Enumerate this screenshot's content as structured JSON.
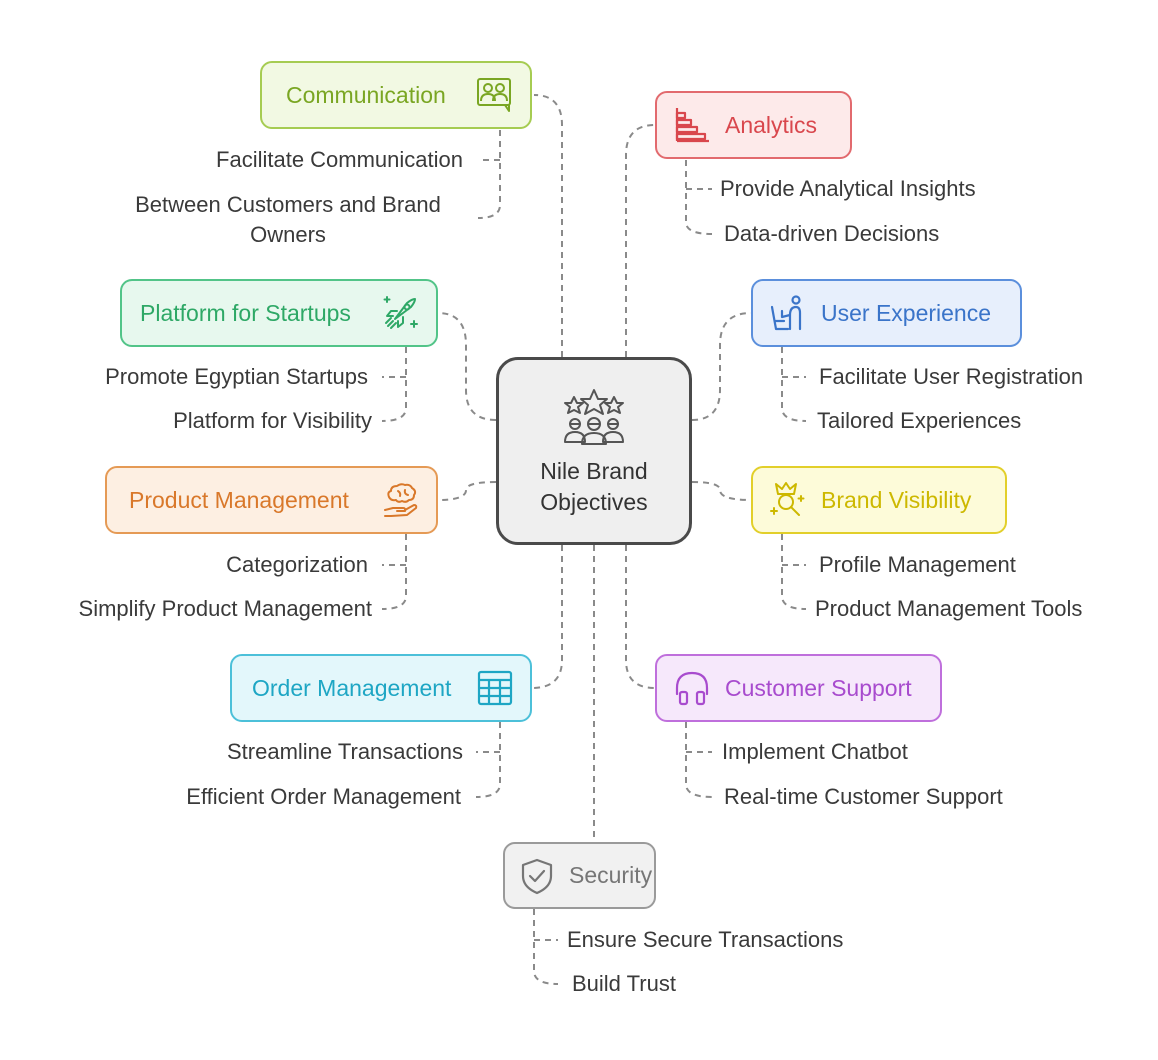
{
  "center": {
    "title_line1": "Nile Brand",
    "title_line2": "Objectives",
    "icon": "stars-team-icon"
  },
  "branches": {
    "communication": {
      "label": "Communication",
      "icon": "chat-people-icon",
      "color": "#86b32f",
      "bg": "#f2f9e3",
      "items": [
        "Facilitate Communication",
        "Between Customers and Brand",
        "Owners"
      ]
    },
    "analytics": {
      "label": "Analytics",
      "icon": "bar-chart-icon",
      "color": "#e0565b",
      "bg": "#fdeaea",
      "items": [
        "Provide Analytical Insights",
        "Data-driven Decisions"
      ]
    },
    "startups": {
      "label": "Platform for Startups",
      "icon": "rocket-icon",
      "color": "#37b574",
      "bg": "#e7f8ee",
      "items": [
        "Promote Egyptian Startups",
        "Platform for Visibility"
      ]
    },
    "user_experience": {
      "label": "User Experience",
      "icon": "user-at-desk-icon",
      "color": "#3f7fd6",
      "bg": "#e7effc",
      "items": [
        "Facilitate User Registration",
        "Tailored Experiences"
      ]
    },
    "product": {
      "label": "Product Management",
      "icon": "brain-hand-icon",
      "color": "#e0873a",
      "bg": "#fdefe2",
      "items": [
        "Categorization",
        "Simplify Product Management"
      ]
    },
    "brand": {
      "label": "Brand Visibility",
      "icon": "crown-magnifier-icon",
      "color": "#d9c400",
      "bg": "#fdfbd9",
      "items": [
        "Profile Management",
        "Product Management Tools"
      ]
    },
    "order": {
      "label": "Order Management",
      "icon": "table-grid-icon",
      "color": "#2bb3cf",
      "bg": "#e3f7fb",
      "items": [
        "Streamline Transactions",
        "Efficient Order Management"
      ]
    },
    "support": {
      "label": "Customer Support",
      "icon": "headset-icon",
      "color": "#b054d4",
      "bg": "#f6e8fb",
      "items": [
        "Implement Chatbot",
        "Real-time Customer Support"
      ]
    },
    "security": {
      "label": "Security",
      "icon": "shield-check-icon",
      "color": "#7b7b7b",
      "bg": "#f1f1f1",
      "items": [
        "Ensure Secure Transactions",
        "Build Trust"
      ]
    }
  }
}
